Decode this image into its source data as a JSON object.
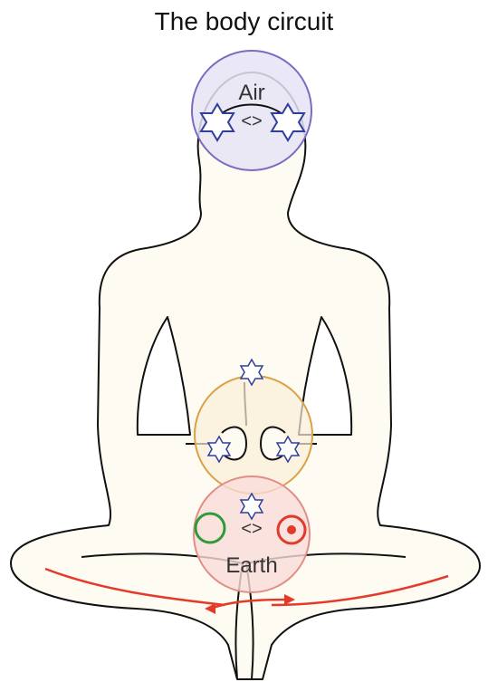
{
  "title": "The body circuit",
  "labels": {
    "air": "Air",
    "earth": "Earth",
    "head_exchange": "<>",
    "base_exchange": "<>"
  },
  "colors": {
    "body_fill": "#fdfbf2",
    "outline": "#111111",
    "air_circle": "#7d6bbf",
    "air_fill": "#e6e4f6",
    "heart_circle": "#d8a24a",
    "heart_fill": "#fbeed8",
    "earth_circle": "#e48c86",
    "earth_fill": "#f9ddd8",
    "star": "#2f3f9e",
    "green_ring": "#2e9a3a",
    "red_ring": "#e03a2a",
    "arrow": "#e33a2a"
  },
  "icons": [
    "six-point-star-icon",
    "green-circle-icon",
    "red-target-icon",
    "curved-arrow-icon"
  ]
}
